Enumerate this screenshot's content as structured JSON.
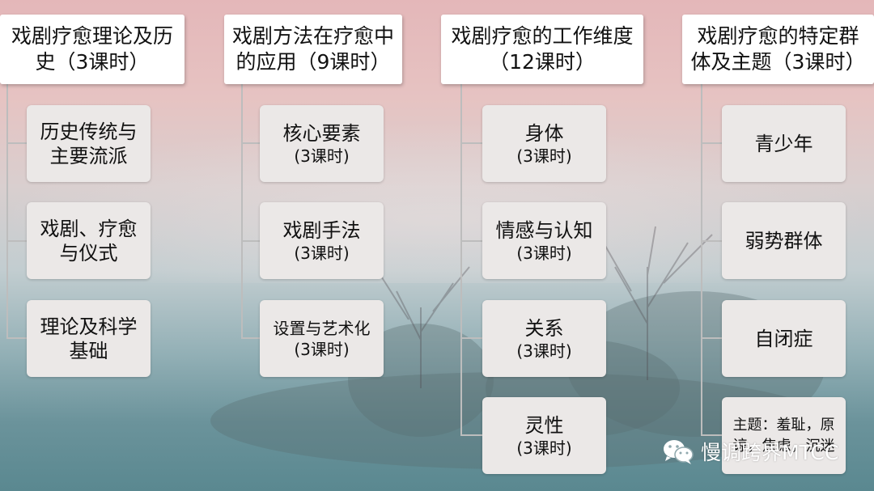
{
  "columns": [
    {
      "header": [
        "戏剧疗愈理论及历",
        "史（3课时）"
      ],
      "items": [
        {
          "title": [
            "历史传统与",
            "主要流派"
          ],
          "hours": ""
        },
        {
          "title": [
            "戏剧、疗愈",
            "与仪式"
          ],
          "hours": ""
        },
        {
          "title": [
            "理论及科学",
            "基础"
          ],
          "hours": ""
        }
      ]
    },
    {
      "header": [
        "戏剧方法在疗愈中",
        "的应用（9课时）"
      ],
      "items": [
        {
          "title": [
            "核心要素"
          ],
          "hours": "(3课时)"
        },
        {
          "title": [
            "戏剧手法"
          ],
          "hours": "(3课时)"
        },
        {
          "title": [
            "设置与艺术化"
          ],
          "hours": "(3课时)"
        }
      ]
    },
    {
      "header": [
        "戏剧疗愈的工作维度",
        "（12课时）"
      ],
      "items": [
        {
          "title": [
            "身体"
          ],
          "hours": "(3课时)"
        },
        {
          "title": [
            "情感与认知"
          ],
          "hours": "(3课时)"
        },
        {
          "title": [
            "关系"
          ],
          "hours": "(3课时)"
        },
        {
          "title": [
            "灵性"
          ],
          "hours": "(3课时)"
        }
      ]
    },
    {
      "header": [
        "戏剧疗愈的特定群",
        "体及主题（3课时）"
      ],
      "items": [
        {
          "title": [
            "青少年"
          ],
          "hours": ""
        },
        {
          "title": [
            "弱势群体"
          ],
          "hours": ""
        },
        {
          "title": [
            "自闭症"
          ],
          "hours": ""
        },
        {
          "title": [
            "主题：羞耻，原",
            "谅，焦虑，沉迷"
          ],
          "hours": ""
        }
      ]
    }
  ],
  "watermark": {
    "text": "慢调跨界MTCC",
    "icon": "wechat-icon"
  },
  "colors": {
    "card": "#ebe8e7",
    "header": "#ffffff",
    "connector": "#bdbdbd"
  }
}
